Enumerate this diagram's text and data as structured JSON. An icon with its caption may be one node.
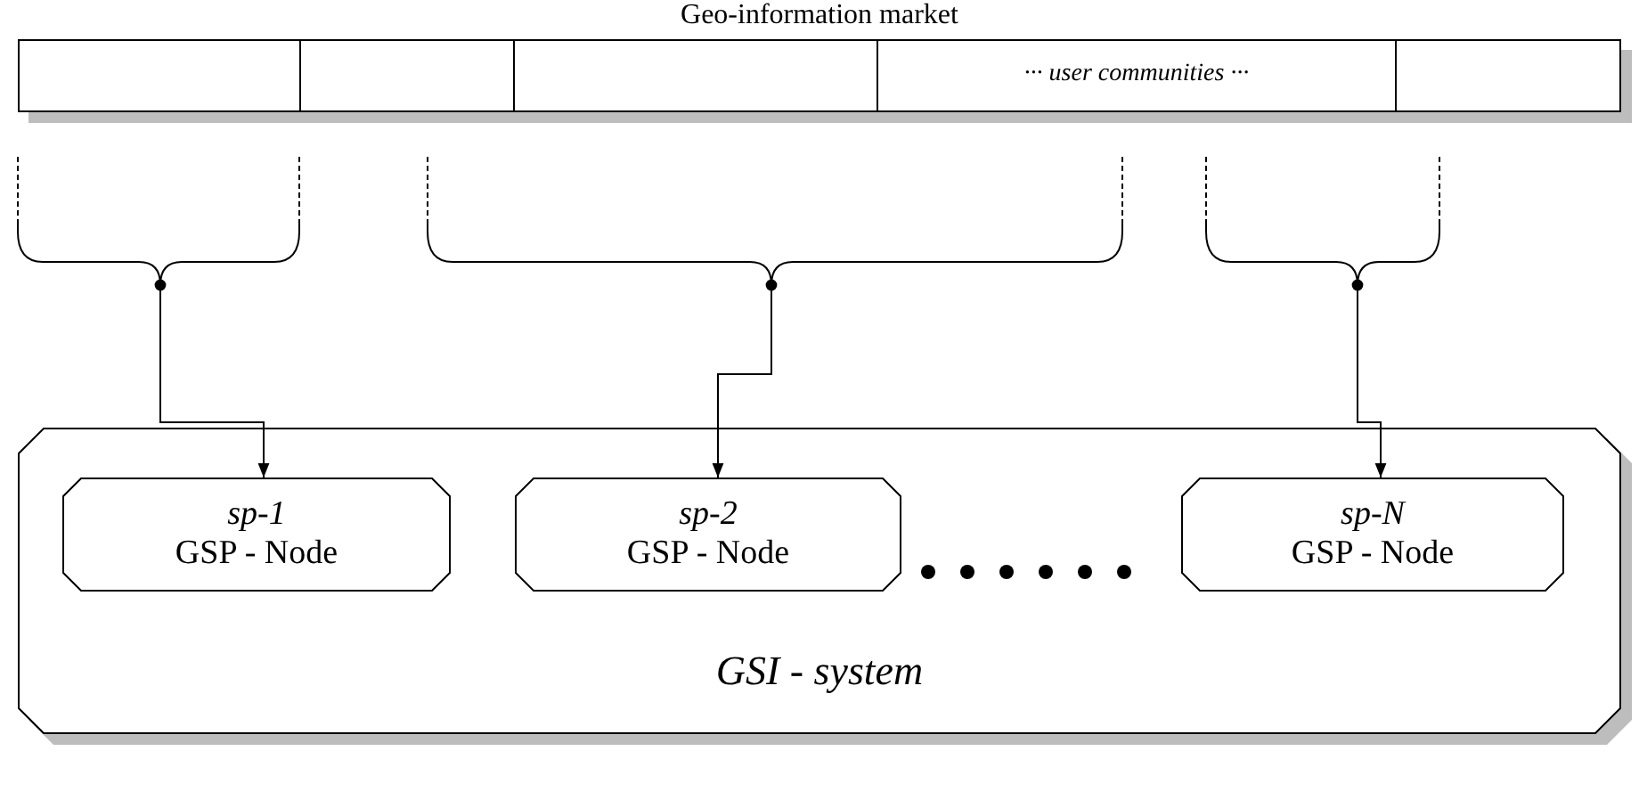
{
  "diagram": {
    "nodes": [
      {
        "text": [],
        "shape": "box"
      },
      {
        "text": [],
        "shape": "box"
      },
      {
        "text": [],
        "shape": "box"
      },
      {
        "text": [
          "··· user communities ···"
        ]
      },
      {
        "text": [],
        "shape": "box"
      },
      {
        "text": [
          "GSI - system"
        ]
      },
      {
        "text": [
          "sp-1",
          "GSP - Node"
        ],
        "in": 5
      },
      {
        "text": [
          "sp-2",
          "GSP - Node"
        ],
        "in": 5
      },
      {
        "text": [
          "sp-N",
          "GSP - Node"
        ],
        "in": 5
      }
    ],
    "edges": [
      {
        "from": null,
        "to": 6,
        "arrow": "to"
      },
      {
        "from": null,
        "to": 7,
        "arrow": "to"
      },
      {
        "from": null,
        "to": 8,
        "arrow": "to"
      }
    ],
    "labels": [
      "Geo-information market"
    ]
  }
}
